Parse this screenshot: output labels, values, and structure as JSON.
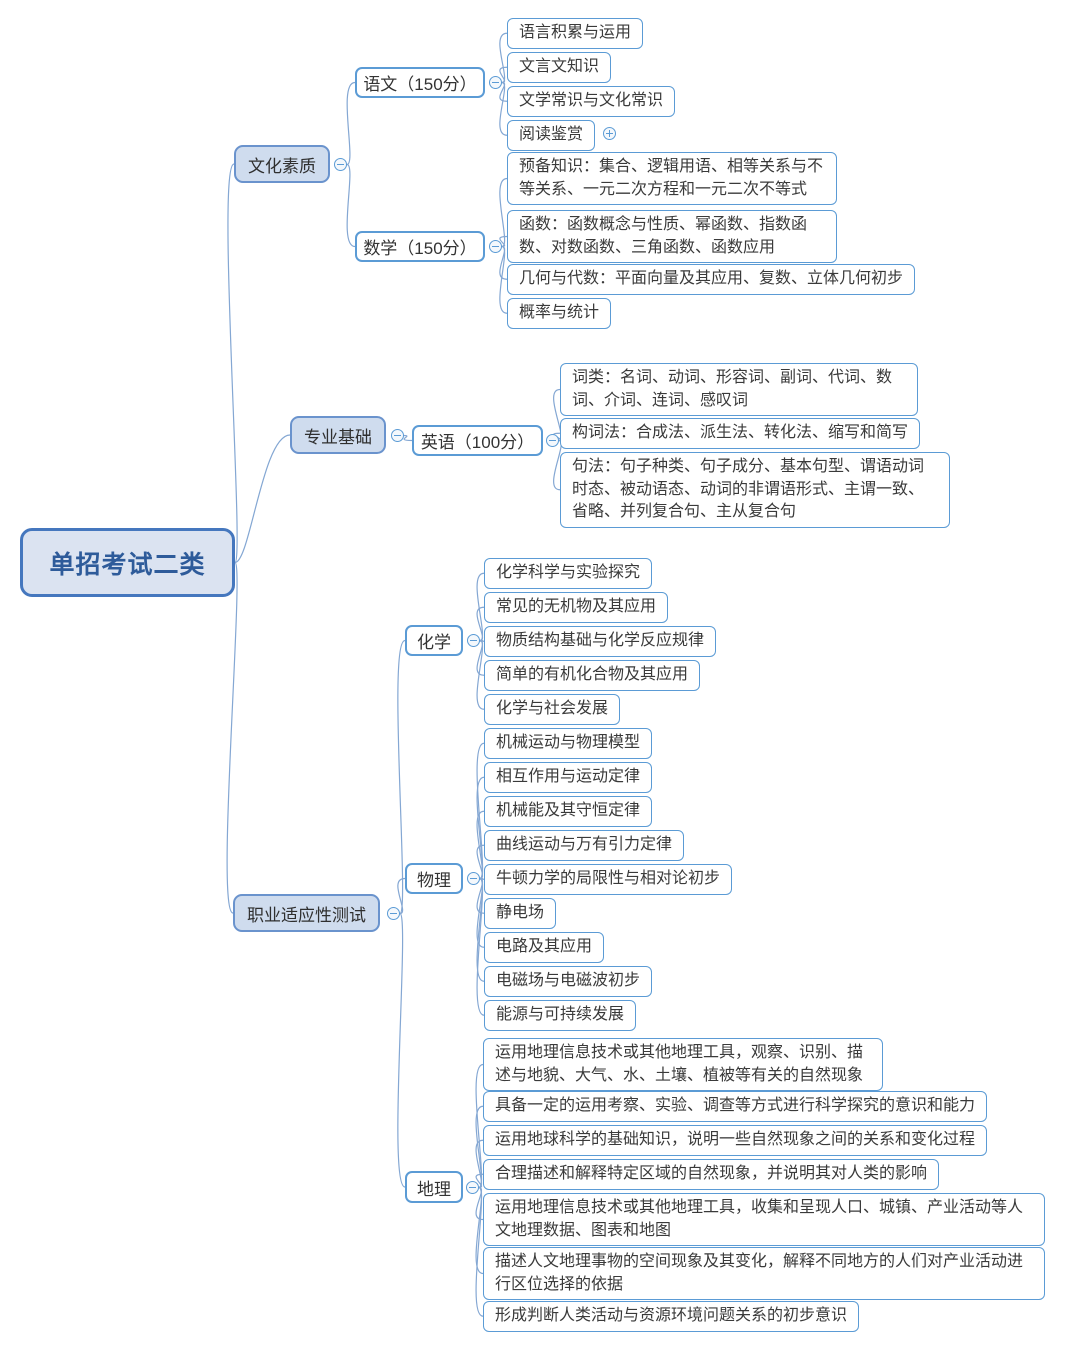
{
  "root": {
    "label": "单招考试二类"
  },
  "branches": [
    {
      "label": "文化素质",
      "children": [
        {
          "label": "语文（150分）",
          "topics": [
            "语言积累与运用",
            "文言文知识",
            "文学常识与文化常识",
            "阅读鉴赏"
          ]
        },
        {
          "label": "数学（150分）",
          "topics": [
            "预备知识：集合、逻辑用语、相等关系与不等关系、一元二次方程和一元二次不等式",
            "函数：函数概念与性质、幂函数、指数函数、对数函数、三角函数、函数应用",
            "几何与代数：平面向量及其应用、复数、立体几何初步",
            "概率与统计"
          ]
        }
      ]
    },
    {
      "label": "专业基础",
      "children": [
        {
          "label": "英语（100分）",
          "topics": [
            "词类：名词、动词、形容词、副词、代词、数词、介词、连词、感叹词",
            "构词法：合成法、派生法、转化法、缩写和简写",
            "句法：句子种类、句子成分、基本句型、谓语动词时态、被动语态、动词的非谓语形式、主谓一致、省略、并列复合句、主从复合句"
          ]
        }
      ]
    },
    {
      "label": "职业适应性测试",
      "children": [
        {
          "label": "化学",
          "topics": [
            "化学科学与实验探究",
            "常见的无机物及其应用",
            "物质结构基础与化学反应规律",
            "简单的有机化合物及其应用",
            "化学与社会发展"
          ]
        },
        {
          "label": "物理",
          "topics": [
            "机械运动与物理模型",
            "相互作用与运动定律",
            "机械能及其守恒定律",
            "曲线运动与万有引力定律",
            "牛顿力学的局限性与相对论初步",
            "静电场",
            "电路及其应用",
            "电磁场与电磁波初步",
            "能源与可持续发展"
          ]
        },
        {
          "label": "地理",
          "topics": [
            "运用地理信息技术或其他地理工具，观察、识别、描述与地貌、大气、水、土壤、植被等有关的自然现象",
            "具备一定的运用考察、实验、调查等方式进行科学探究的意识和能力",
            "运用地球科学的基础知识，说明一些自然现象之间的关系和变化过程",
            "合理描述和解释特定区域的自然现象，并说明其对人类的影响",
            "运用地理信息技术或其他地理工具，收集和呈现人口、城镇、产业活动等人文地理数据、图表和地图",
            "描述人文地理事物的空间现象及其变化，解释不同地方的人们对产业活动进行区位选择的依据",
            "形成判断人类活动与资源环境问题关系的初步意识"
          ]
        }
      ]
    }
  ],
  "icons": {
    "collapse_glyph": "−",
    "expand_glyph": "+"
  },
  "colors": {
    "node_border": "#5b9bd5",
    "branch_fill": "#cfdcee",
    "branch_border": "#6a93cd",
    "root_fill": "#dbe3f1",
    "root_border": "#4577be",
    "root_text": "#2e5b9a",
    "connector_line": "#84a7d3"
  }
}
